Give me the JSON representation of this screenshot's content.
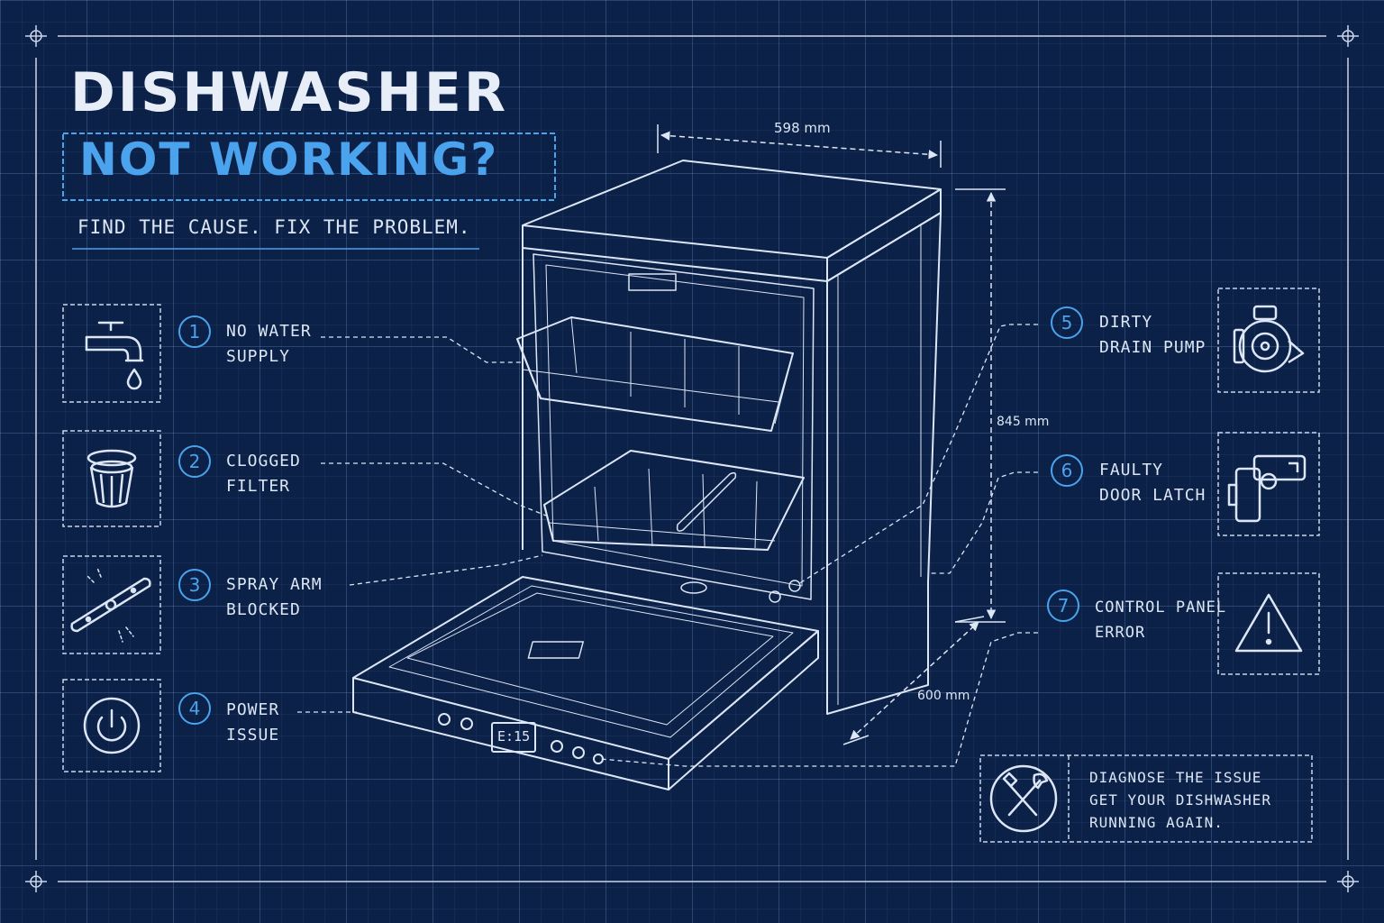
{
  "header": {
    "title_line1": "DISHWASHER",
    "title_line2": "NOT WORKING?",
    "tagline": "FIND THE CAUSE. FIX THE PROBLEM."
  },
  "issues": [
    {
      "number": "1",
      "line1": "NO WATER",
      "line2": "SUPPLY",
      "icon": "faucet-icon"
    },
    {
      "number": "2",
      "line1": "CLOGGED",
      "line2": "FILTER",
      "icon": "filter-icon"
    },
    {
      "number": "3",
      "line1": "SPRAY ARM",
      "line2": "BLOCKED",
      "icon": "spray-arm-icon"
    },
    {
      "number": "4",
      "line1": "POWER",
      "line2": "ISSUE",
      "icon": "power-icon"
    },
    {
      "number": "5",
      "line1": "DIRTY",
      "line2": "DRAIN PUMP",
      "icon": "drain-pump-icon"
    },
    {
      "number": "6",
      "line1": "FAULTY",
      "line2": "DOOR LATCH",
      "icon": "door-latch-icon"
    },
    {
      "number": "7",
      "line1": "CONTROL PANEL",
      "line2": "ERROR",
      "icon": "warning-icon"
    }
  ],
  "dimensions": {
    "width": "598 mm",
    "height": "845 mm",
    "depth": "600 mm"
  },
  "display_code": "E:15",
  "cta": {
    "line1": "DIAGNOSE THE ISSUE",
    "line2": "GET YOUR DISHWASHER",
    "line3": "RUNNING AGAIN.",
    "icon": "tools-icon"
  },
  "colors": {
    "background": "#0c2148",
    "accent": "#4aa3ec",
    "line": "#dce6f5"
  }
}
